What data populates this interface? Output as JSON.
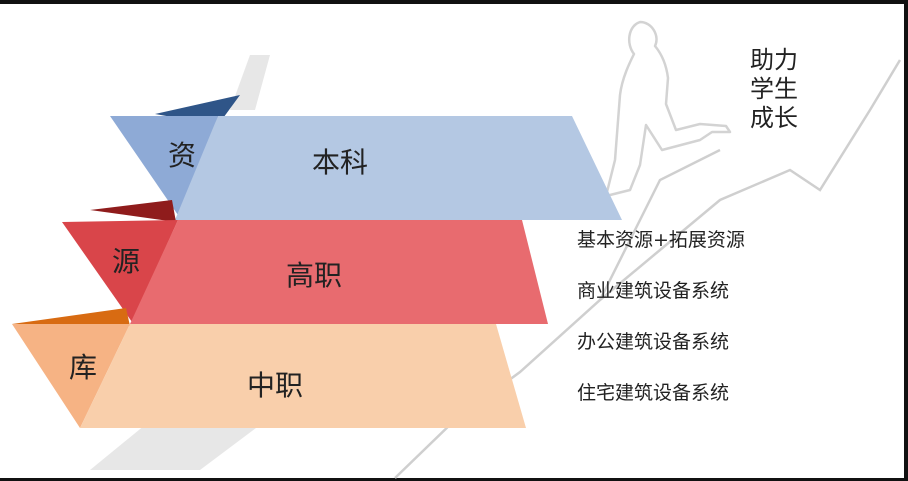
{
  "tagline": "助力\n学生\n成长",
  "tiers": [
    {
      "side_char": "资",
      "label": "本科",
      "color": "#b4c8e3",
      "side_color": "#8eaad6",
      "fold_color": "#2f5588"
    },
    {
      "side_char": "源",
      "label": "高职",
      "color": "#e86b6f",
      "side_color": "#d9454a",
      "fold_color": "#8f1c1c"
    },
    {
      "side_char": "库",
      "label": "中职",
      "color": "#f9cfab",
      "side_color": "#f6b384",
      "fold_color": "#d86b12"
    }
  ],
  "systems": [
    "基本资源+拓展资源",
    "商业建筑设备系统",
    "办公建筑设备系统",
    "住宅建筑设备系统"
  ]
}
